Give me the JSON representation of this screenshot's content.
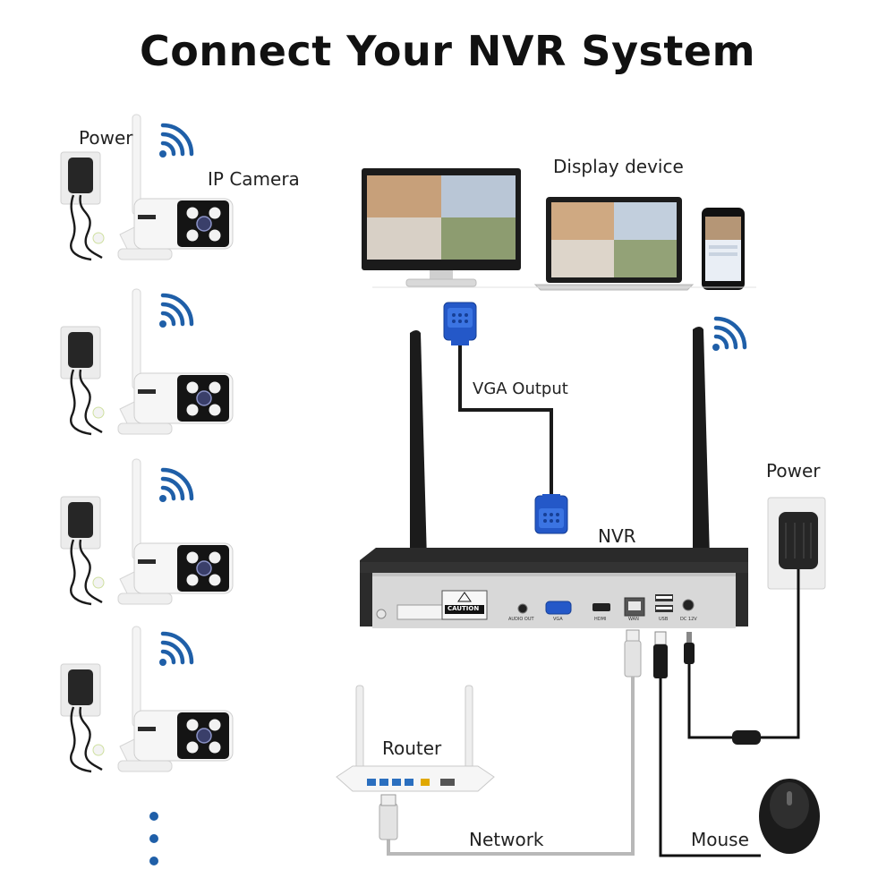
{
  "title": "Connect  Your NVR System",
  "labels": {
    "camera_power": "Power",
    "ip_camera": "IP Camera",
    "display_device": "Display device",
    "vga_output": "VGA Output",
    "nvr": "NVR",
    "nvr_power": "Power",
    "router": "Router",
    "network": "Network",
    "mouse": "Mouse"
  },
  "nvr_panel": {
    "caution": "CAUTION",
    "audio_out": "AUDIO OUT",
    "vga": "VGA",
    "hdmi": "HDMI",
    "wan": "WAN",
    "usb": "USB",
    "dc12v": "DC 12V"
  },
  "camera_count_shown": 4,
  "colors": {
    "wifi_blue": "#1f5fa8",
    "vga_blue": "#2458c8",
    "nvr_dark": "#2b2b2b",
    "cable": "#1a1a1a",
    "network_cable": "#b8b8b8"
  }
}
